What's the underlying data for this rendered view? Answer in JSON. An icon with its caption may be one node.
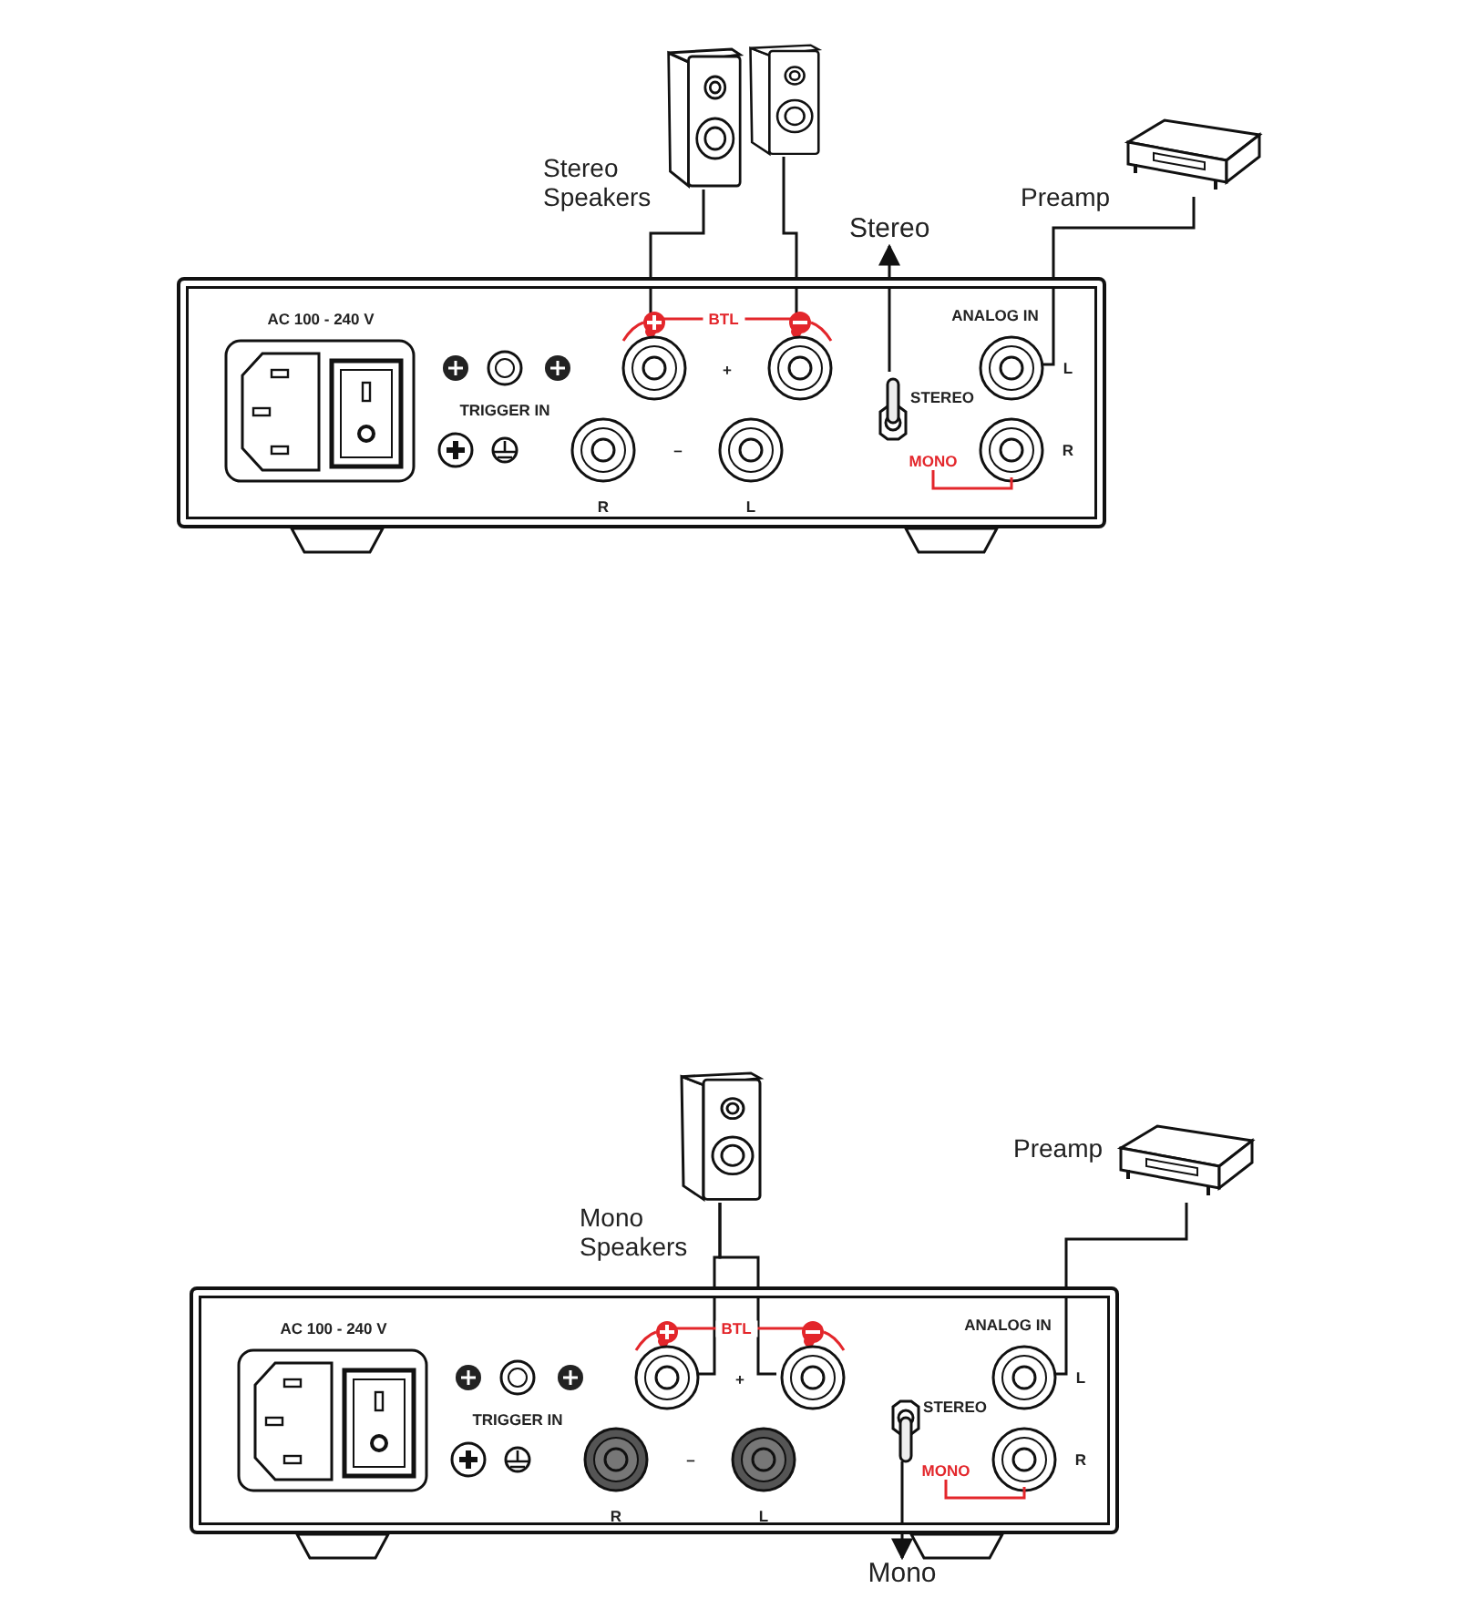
{
  "diagram": {
    "nodes": [
      {
        "text": [],
        "shape": "box"
      },
      {
        "text": [],
        "shape": "circle",
        "in": 0
      },
      {
        "text": [],
        "shape": "circle",
        "in": 0
      },
      {
        "text": [],
        "shape": "circle",
        "in": 0
      },
      {
        "text": [],
        "shape": "picture",
        "in": 0
      },
      {
        "text": [],
        "shape": "picture",
        "beside": [
          "Stereo Speakers"
        ]
      },
      {
        "text": [],
        "shape": "picture"
      },
      {
        "text": [],
        "shape": "picture",
        "beside": [
          "Preamp"
        ]
      },
      {
        "text": [
          "Stereo"
        ]
      },
      {
        "text": [],
        "shape": "box"
      },
      {
        "text": [],
        "shape": "circle",
        "in": 9
      },
      {
        "text": [],
        "shape": "circle",
        "in": 9
      },
      {
        "text": [],
        "shape": "circle",
        "in": 9
      },
      {
        "text": [],
        "shape": "picture",
        "in": 9
      },
      {
        "text": [],
        "shape": "picture",
        "beside": [
          "Mono Speakers"
        ]
      },
      {
        "text": [],
        "shape": "picture",
        "beside": [
          "Preamp"
        ]
      },
      {
        "text": [
          "Mono"
        ]
      }
    ],
    "edges": [
      {
        "from": 5,
        "to": 1,
        "arrow": "none"
      },
      {
        "from": 6,
        "to": 2,
        "arrow": "none"
      },
      {
        "from": 7,
        "to": 3,
        "arrow": "none"
      },
      {
        "from": 4,
        "to": 8,
        "arrow": "to"
      },
      {
        "from": 14,
        "to": 10,
        "arrow": "none"
      },
      {
        "from": 14,
        "to": 11,
        "arrow": "none"
      },
      {
        "from": 15,
        "to": 12,
        "arrow": "none"
      },
      {
        "from": 13,
        "to": 16,
        "arrow": "to"
      },
      {
        "from": 1,
        "to": 2,
        "arrow": "other",
        "label": "BTL",
        "color": "#e3262b"
      },
      {
        "from": 10,
        "to": 11,
        "arrow": "other",
        "label": "BTL",
        "color": "#e3262b"
      }
    ],
    "labels": [
      "AC 100 - 240 V",
      "TRIGGER IN",
      "+",
      "–",
      "R",
      "L",
      "ANALOG IN",
      "L",
      "R",
      "STEREO",
      "MONO",
      "AC 100 - 240 V",
      "TRIGGER IN",
      "+",
      "–",
      "R",
      "L",
      "ANALOG IN",
      "L",
      "R",
      "STEREO",
      "MONO"
    ]
  }
}
